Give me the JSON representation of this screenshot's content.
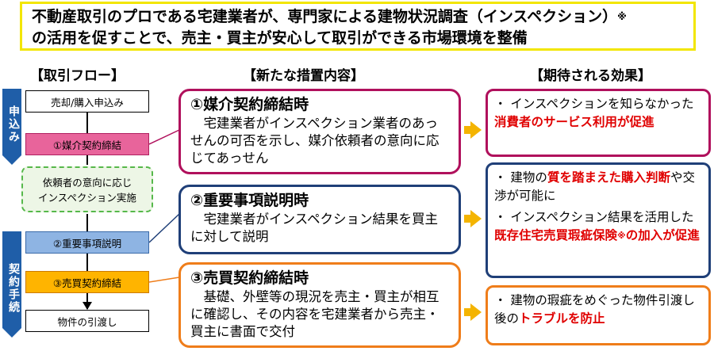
{
  "header": {
    "line1": "不動産取引のプロである宅建業者が、専門家による建物状況調査（インスペクション）",
    "line1_sup": "※",
    "line2": "の活用を促すことで、売主・買主が安心して取引ができる市場環境を整備"
  },
  "columns": {
    "flow": "【取引フロー】",
    "measures": "【新たな措置内容】",
    "effects": "【期待される効果】"
  },
  "sidebar": {
    "top": "申込み",
    "bottom": "契約手続"
  },
  "flow": {
    "step1": "売却/購入申込み",
    "step2": "①媒介契約締結",
    "step3_line1": "依頼者の意向に応じ",
    "step3_line2": "インスペクション実施",
    "step4": "②重要事項説明",
    "step5": "③売買契約締結",
    "step6": "物件の引渡し"
  },
  "measures": {
    "m1_title": "①媒介契約締結時",
    "m1_body": "宅建業者がインスペクション業者のあっせんの可否を示し、媒介依頼者の意向に応じてあっせん",
    "m2_title": "②重要事項説明時",
    "m2_body": "宅建業者がインスペクション結果を買主に対して説明",
    "m3_title": "③売買契約締結時",
    "m3_body": "基礎、外壁等の現況を売主・買主が相互に確認し、その内容を宅建業者から売主・買主に書面で交付"
  },
  "effects": {
    "e1_pre": "・ インスペクションを知らなかった",
    "e1_red": "消費者のサービス利用が促進",
    "e2a_pre": "・ 建物の",
    "e2a_red": "質を踏まえた購入判断",
    "e2a_post": "や交渉が可能に",
    "e2b_pre": "・ インスペクション結果を活用した",
    "e2b_red": "既存住宅売買瑕疵保険",
    "e2b_sup": "※",
    "e2b_red2": "の加入が促進",
    "e3_pre": "・ 建物の瑕疵をめぐった物件引渡し後の",
    "e3_red": "トラブルを防止"
  },
  "colors": {
    "header_border": "#f2e600",
    "box1": "#b0105c",
    "box2": "#1f3f78",
    "box3": "#ef7d1a",
    "arrow": "#f4b400",
    "sidebar": "#1f5ea8"
  }
}
